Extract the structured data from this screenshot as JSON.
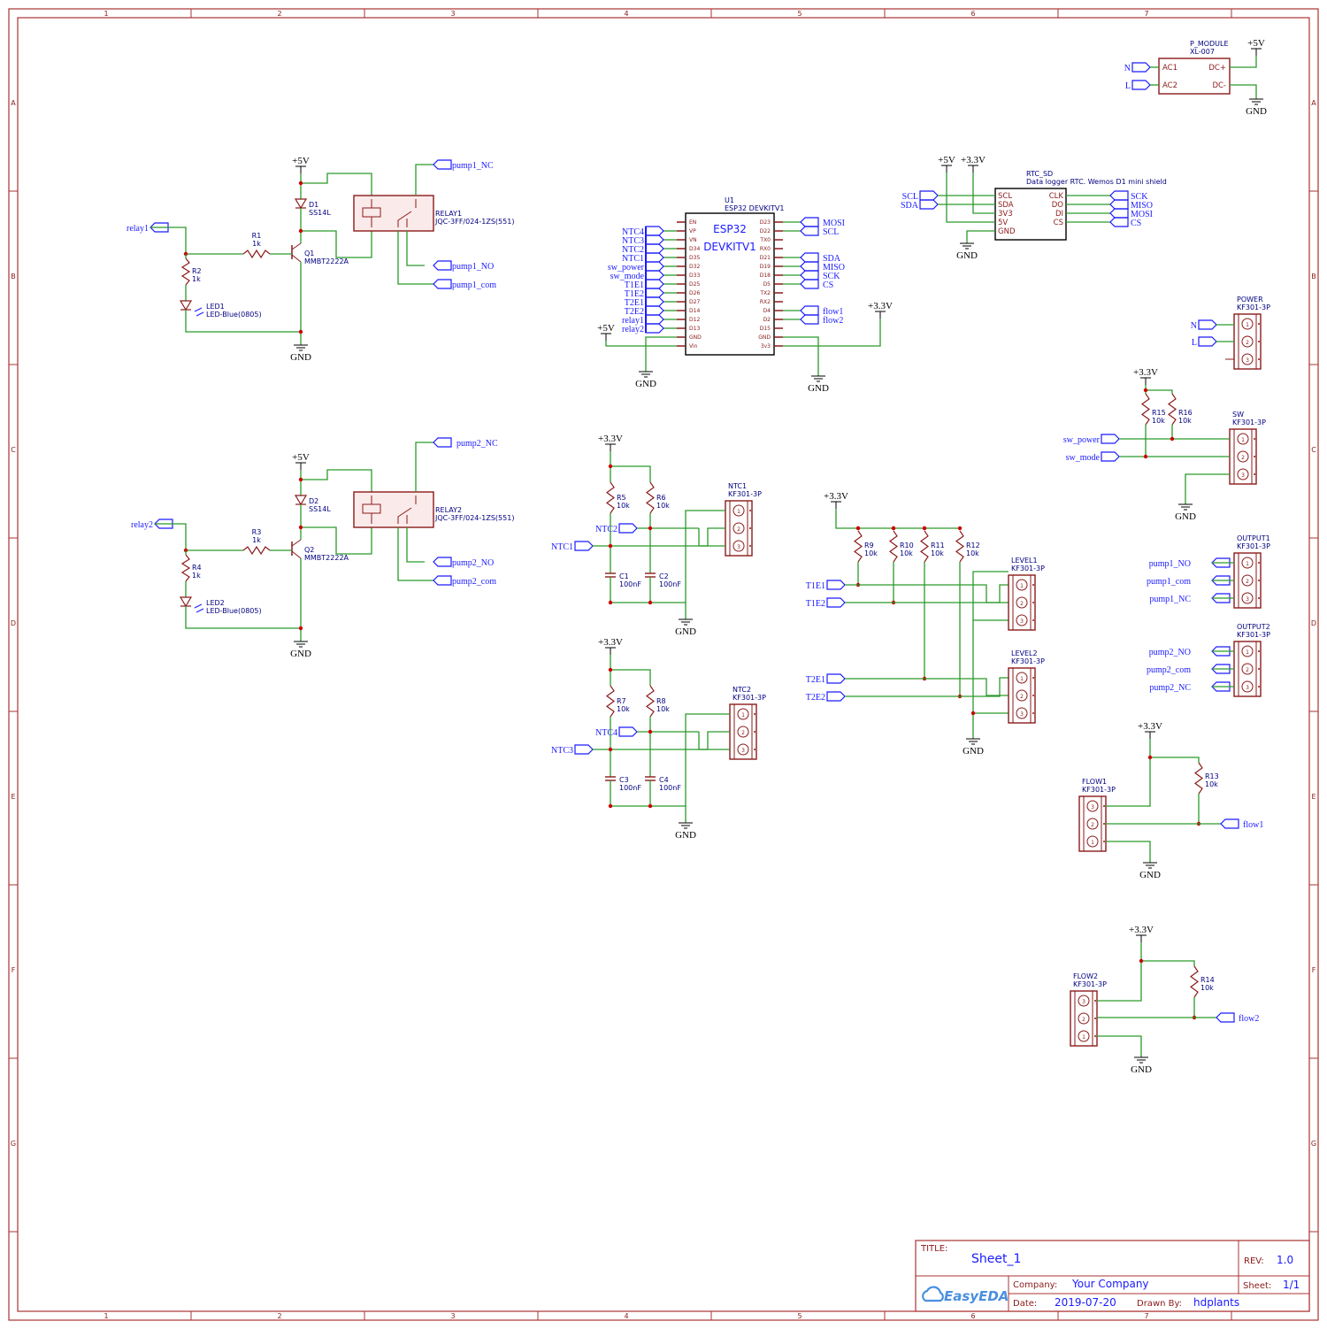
{
  "frame": {
    "columns": [
      "1",
      "2",
      "3",
      "4",
      "5",
      "6",
      "7"
    ],
    "rows": [
      "A",
      "B",
      "C",
      "D",
      "E",
      "F",
      "G"
    ]
  },
  "title_block": {
    "title_label": "TITLE:",
    "title": "Sheet_1",
    "rev_label": "REV:",
    "rev": "1.0",
    "company_label": "Company:",
    "company": "Your Company",
    "sheet_label": "Sheet:",
    "sheet": "1/1",
    "date_label": "Date:",
    "date": "2019-07-20",
    "drawn_label": "Drawn By:",
    "drawn_by": "hdplants",
    "logo": "EasyEDA"
  },
  "power": {
    "v5": "+5V",
    "v33": "+3.3V",
    "gnd": "GND"
  },
  "relays": [
    {
      "input_net": "relay1",
      "r_ref": "R1",
      "r_val": "1k",
      "rp_ref": "R2",
      "rp_val": "1k",
      "led_ref": "LED1",
      "led_val": "LED-Blue(0805)",
      "d_ref": "D1",
      "d_val": "SS14L",
      "q_ref": "Q1",
      "q_val": "MMBT2222A",
      "relay_ref": "RELAY1",
      "relay_val": "JQC-3FF/024-1ZS(551)",
      "nc": "pump1_NC",
      "no": "pump1_NO",
      "com": "pump1_com"
    },
    {
      "input_net": "relay2",
      "r_ref": "R3",
      "r_val": "1k",
      "rp_ref": "R4",
      "rp_val": "1k",
      "led_ref": "LED2",
      "led_val": "LED-Blue(0805)",
      "d_ref": "D2",
      "d_val": "SS14L",
      "q_ref": "Q2",
      "q_val": "MMBT2222A",
      "relay_ref": "RELAY2",
      "relay_val": "JQC-3FF/024-1ZS(551)",
      "nc": "pump2_NC",
      "no": "pump2_NO",
      "com": "pump2_com"
    }
  ],
  "esp32": {
    "ref": "U1",
    "value": "ESP32 DEVKITV1",
    "name1": "ESP32",
    "name2": "DEVKITV1",
    "left_pins": [
      "EN",
      "VP",
      "VN",
      "D34",
      "D35",
      "D32",
      "D33",
      "D25",
      "D26",
      "D27",
      "D14",
      "D12",
      "D13",
      "GND",
      "Vin"
    ],
    "right_pins": [
      "D23",
      "D22",
      "TX0",
      "RX0",
      "D21",
      "D19",
      "D18",
      "D5",
      "TX2",
      "RX2",
      "D4",
      "D2",
      "D15",
      "GND",
      "3v3"
    ],
    "left_nets": [
      "",
      "NTC4",
      "NTC3",
      "NTC2",
      "NTC1",
      "sw_power",
      "sw_mode",
      "T1E1",
      "T1E2",
      "T2E1",
      "T2E2",
      "relay1",
      "relay2"
    ],
    "right_nets": [
      "MOSI",
      "SCL",
      "",
      "",
      "SDA",
      "MISO",
      "SCK",
      "CS",
      "",
      "",
      "flow1",
      "flow2"
    ]
  },
  "ntc": [
    {
      "ra_ref": "R5",
      "ra_val": "10k",
      "rb_ref": "R6",
      "rb_val": "10k",
      "ca_ref": "C1",
      "ca_val": "100nF",
      "cb_ref": "C2",
      "cb_val": "100nF",
      "net_a": "NTC1",
      "net_b": "NTC2",
      "conn_ref": "NTC1",
      "conn_val": "KF301-3P"
    },
    {
      "ra_ref": "R7",
      "ra_val": "10k",
      "rb_ref": "R8",
      "rb_val": "10k",
      "ca_ref": "C3",
      "ca_val": "100nF",
      "cb_ref": "C4",
      "cb_val": "100nF",
      "net_a": "NTC3",
      "net_b": "NTC4",
      "conn_ref": "NTC2",
      "conn_val": "KF301-3P"
    }
  ],
  "level": {
    "resistors": [
      {
        "ref": "R9",
        "val": "10k"
      },
      {
        "ref": "R10",
        "val": "10k"
      },
      {
        "ref": "R11",
        "val": "10k"
      },
      {
        "ref": "R12",
        "val": "10k"
      }
    ],
    "nets": [
      "T1E1",
      "T1E2",
      "T2E1",
      "T2E2"
    ],
    "conn1_ref": "LEVEL1",
    "conn2_ref": "LEVEL2",
    "conn_val": "KF301-3P"
  },
  "p_module": {
    "ref": "P_MODULE",
    "val": "XL-007",
    "pins": [
      "AC1",
      "AC2",
      "DC+",
      "DC-"
    ],
    "nets": [
      "N",
      "L"
    ]
  },
  "rtc": {
    "ref": "RTC_SD",
    "desc": "Data logger RTC. Wemos D1 mini shield",
    "left_pins": [
      "SCL",
      "SDA",
      "3V3",
      "5V",
      "GND"
    ],
    "right_pins": [
      "CLK",
      "DO",
      "DI",
      "CS"
    ],
    "left_nets": [
      "SCL",
      "SDA"
    ],
    "right_nets": [
      "SCK",
      "MISO",
      "MOSI",
      "CS"
    ]
  },
  "power_conn": {
    "ref": "POWER",
    "val": "KF301-3P",
    "nets": [
      "N",
      "L"
    ]
  },
  "sw": {
    "ref": "SW",
    "val": "KF301-3P",
    "r1_ref": "R15",
    "r1_val": "10k",
    "r2_ref": "R16",
    "r2_val": "10k",
    "nets": [
      "sw_power",
      "sw_mode"
    ]
  },
  "outputs": [
    {
      "ref": "OUTPUT1",
      "val": "KF301-3P",
      "nets": [
        "pump1_NO",
        "pump1_com",
        "pump1_NC"
      ]
    },
    {
      "ref": "OUTPUT2",
      "val": "KF301-3P",
      "nets": [
        "pump2_NO",
        "pump2_com",
        "pump2_NC"
      ]
    }
  ],
  "flows": [
    {
      "ref": "FLOW1",
      "val": "KF301-3P",
      "r_ref": "R13",
      "r_val": "10k",
      "net": "flow1"
    },
    {
      "ref": "FLOW2",
      "val": "KF301-3P",
      "r_ref": "R14",
      "r_val": "10k",
      "net": "flow2"
    }
  ],
  "pin_numbers": [
    "1",
    "2",
    "3"
  ],
  "colors": {
    "wire": "#2a9a2a",
    "part": "#8b1a1a",
    "net": "#1a1aff",
    "frame": "#a33"
  }
}
